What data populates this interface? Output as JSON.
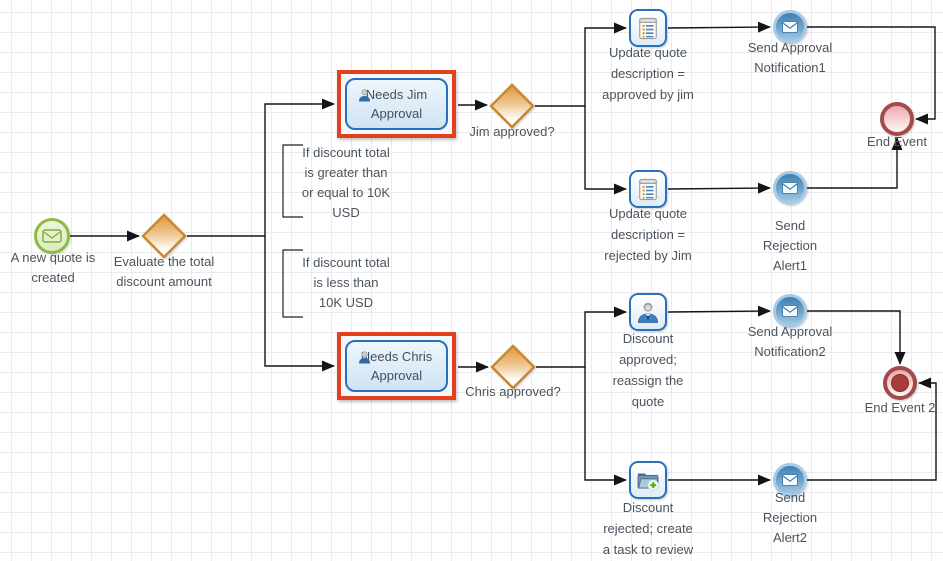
{
  "diagram": {
    "nodes": {
      "start_event": {
        "icon": "envelope-icon",
        "label": "A new quote is\ncreated"
      },
      "gateway_evaluate": {
        "icon": "gateway-diamond-icon",
        "label": "Evaluate the total\ndiscount amount"
      },
      "annotation_high": {
        "label": "If discount total\nis greater than\nor equal to 10K\nUSD"
      },
      "annotation_low": {
        "label": "If discount total\nis less than\n10K USD"
      },
      "task_jim_approval": {
        "icon": "user-icon",
        "highlighted": true,
        "label": "Needs Jim\nApproval"
      },
      "gateway_jim": {
        "icon": "gateway-diamond-icon",
        "label": "Jim approved?"
      },
      "task_update_approved": {
        "icon": "checklist-icon",
        "label": "Update quote\ndescription =\napproved by jim"
      },
      "msg_approval1": {
        "icon": "message-envelope-icon",
        "label": "Send Approval\nNotification1"
      },
      "end_event1": {
        "icon": "end-circle-icon",
        "label": "End Event"
      },
      "task_update_rejected": {
        "icon": "checklist-icon",
        "label": "Update quote\ndescription =\nrejected by Jim"
      },
      "msg_rejection1": {
        "icon": "message-envelope-icon",
        "label": "Send\nRejection\nAlert1"
      },
      "task_chris_approval": {
        "icon": "user-icon",
        "highlighted": true,
        "label": "Needs Chris\nApproval"
      },
      "gateway_chris": {
        "icon": "gateway-diamond-icon",
        "label": "Chris approved?"
      },
      "task_discount_approved": {
        "icon": "person-icon",
        "label": "Discount\napproved;\nreassign the\nquote"
      },
      "msg_approval2": {
        "icon": "message-envelope-icon",
        "label": "Send Approval\nNotification2"
      },
      "end_event2": {
        "icon": "end-terminate-icon",
        "label": "End Event 2"
      },
      "task_discount_rejected": {
        "icon": "folder-plus-icon",
        "label": "Discount\nrejected; create\na task to review"
      },
      "msg_rejection2": {
        "icon": "message-envelope-icon",
        "label": "Send\nRejection\nAlert2"
      }
    },
    "colors": {
      "highlight_red": "#e5401d",
      "gateway_orange": "#c9872f",
      "task_border_blue": "#2a6fba",
      "start_green": "#8fba44",
      "message_blue": "#3f80b2",
      "end_event_red": "#a34a4a",
      "connector_black": "#141414",
      "label_gray": "#4a545e"
    }
  }
}
